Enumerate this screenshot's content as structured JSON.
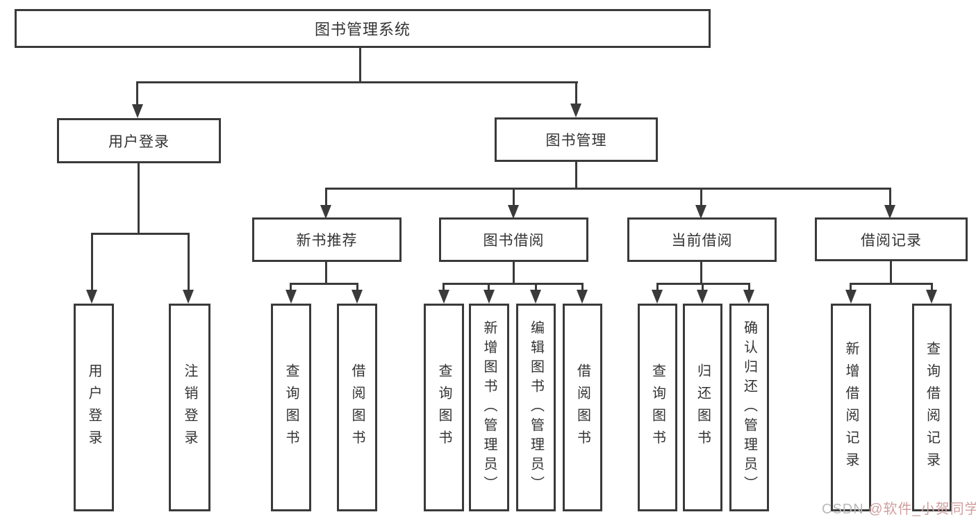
{
  "diagram": {
    "tree": {
      "root_label": "图书管理系统",
      "branches": [
        {
          "label": "用户登录",
          "children": [
            {
              "label": "用户登录"
            },
            {
              "label": "注销登录"
            }
          ]
        },
        {
          "label": "图书管理",
          "children": [
            {
              "label": "新书推荐",
              "children": [
                {
                  "label": "查询图书"
                },
                {
                  "label": "借阅图书"
                }
              ]
            },
            {
              "label": "图书借阅",
              "children": [
                {
                  "label": "查询图书"
                },
                {
                  "label": "新增图书（管理员）"
                },
                {
                  "label": "编辑图书（管理员）"
                },
                {
                  "label": "借阅图书"
                }
              ]
            },
            {
              "label": "当前借阅",
              "children": [
                {
                  "label": "查询图书"
                },
                {
                  "label": "归还图书"
                },
                {
                  "label": "确认归还（管理员）"
                }
              ]
            },
            {
              "label": "借阅记录",
              "children": [
                {
                  "label": "新增借阅记录"
                },
                {
                  "label": "查询借阅记录"
                }
              ]
            }
          ]
        }
      ]
    }
  },
  "watermark": {
    "site": "CSDN ",
    "handle": "@软件_小贺同学"
  },
  "colors": {
    "line": "#3a3a3a",
    "text": "#333333",
    "canvas": "#ffffff",
    "wm-site": "#b9b9b9",
    "wm-handle": "#cf9f9f"
  }
}
